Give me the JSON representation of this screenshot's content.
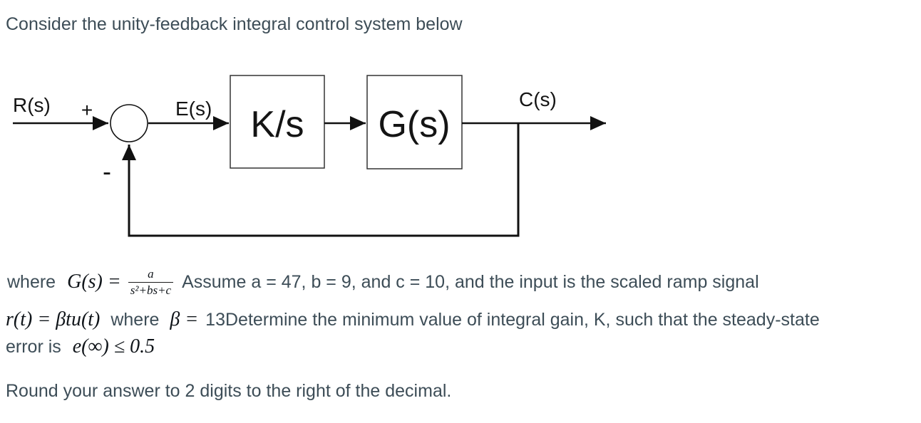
{
  "title": "Consider the unity-feedback integral control system below",
  "colors": {
    "body_text": "#3d4d57",
    "math_text": "#10151a",
    "diagram_line": "#111111",
    "background": "#ffffff"
  },
  "diagram": {
    "input_label": "R(s)",
    "plus_sign": "+",
    "minus_sign": "-",
    "error_label": "E(s)",
    "integrator_block": "K/s",
    "plant_block": "G(s)",
    "output_label": "C(s)"
  },
  "body": {
    "where_prefix": "where",
    "gs_lhs": "G(s) =",
    "frac_numerator": "a",
    "frac_denominator": "s²+bs+c",
    "assume_text": "Assume a = 47, b = 9, and c = 10, and the input is the scaled ramp signal",
    "ramp_math": "r(t) = βtu(t)",
    "where_mid": "where",
    "beta_math": "β =",
    "determine_text": "13Determine the minimum value of integral gain, K, such that the steady-state",
    "error_prefix": "error is",
    "error_math": "e(∞) ≤ 0.5",
    "round_note": "Round your answer to 2 digits to the right of the decimal."
  }
}
